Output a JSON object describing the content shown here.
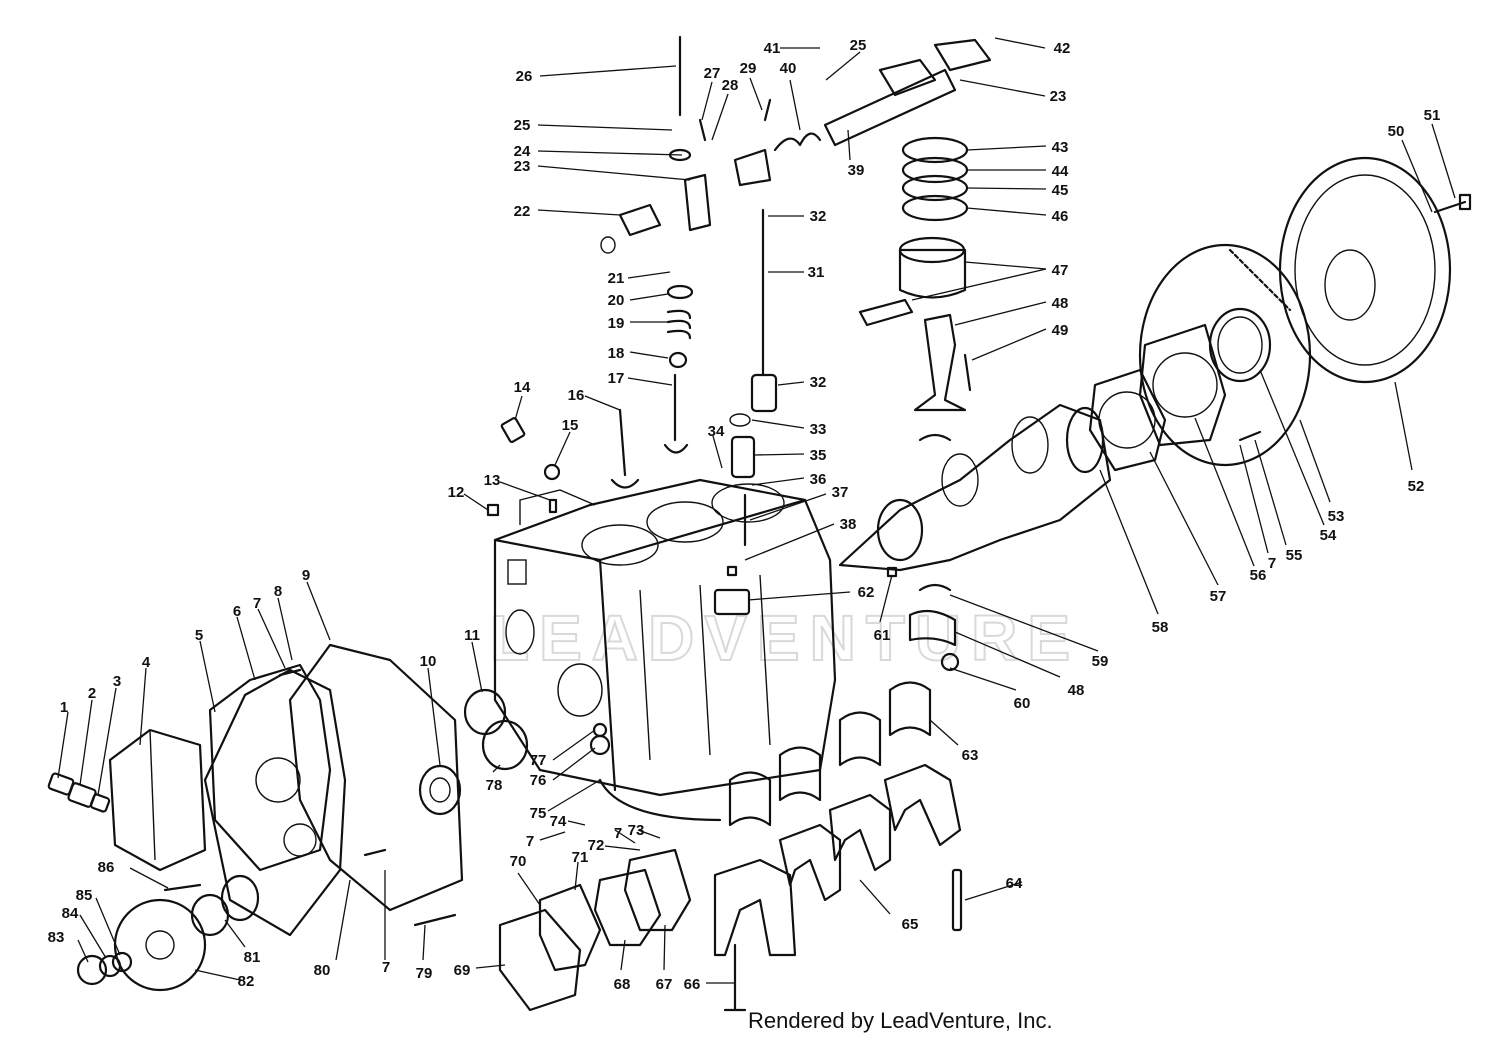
{
  "watermark": "LEADVENTURE",
  "footer": {
    "credit": "Rendered by LeadVenture, Inc."
  },
  "callouts": [
    {
      "id": "1",
      "label": "1"
    },
    {
      "id": "2",
      "label": "2"
    },
    {
      "id": "3",
      "label": "3"
    },
    {
      "id": "4",
      "label": "4"
    },
    {
      "id": "5",
      "label": "5"
    },
    {
      "id": "6",
      "label": "6"
    },
    {
      "id": "7a",
      "label": "7"
    },
    {
      "id": "8",
      "label": "8"
    },
    {
      "id": "9",
      "label": "9"
    },
    {
      "id": "10",
      "label": "10"
    },
    {
      "id": "11",
      "label": "11"
    },
    {
      "id": "12",
      "label": "12"
    },
    {
      "id": "13",
      "label": "13"
    },
    {
      "id": "14",
      "label": "14"
    },
    {
      "id": "15",
      "label": "15"
    },
    {
      "id": "16",
      "label": "16"
    },
    {
      "id": "17",
      "label": "17"
    },
    {
      "id": "18",
      "label": "18"
    },
    {
      "id": "19",
      "label": "19"
    },
    {
      "id": "20",
      "label": "20"
    },
    {
      "id": "21",
      "label": "21"
    },
    {
      "id": "22",
      "label": "22"
    },
    {
      "id": "23a",
      "label": "23"
    },
    {
      "id": "24",
      "label": "24"
    },
    {
      "id": "25a",
      "label": "25"
    },
    {
      "id": "26",
      "label": "26"
    },
    {
      "id": "27",
      "label": "27"
    },
    {
      "id": "28",
      "label": "28"
    },
    {
      "id": "29",
      "label": "29"
    },
    {
      "id": "40",
      "label": "40"
    },
    {
      "id": "41",
      "label": "41"
    },
    {
      "id": "25b",
      "label": "25"
    },
    {
      "id": "42",
      "label": "42"
    },
    {
      "id": "23b",
      "label": "23"
    },
    {
      "id": "39",
      "label": "39"
    },
    {
      "id": "32a",
      "label": "32"
    },
    {
      "id": "31",
      "label": "31"
    },
    {
      "id": "32b",
      "label": "32"
    },
    {
      "id": "33",
      "label": "33"
    },
    {
      "id": "34",
      "label": "34"
    },
    {
      "id": "35",
      "label": "35"
    },
    {
      "id": "36",
      "label": "36"
    },
    {
      "id": "37",
      "label": "37"
    },
    {
      "id": "38",
      "label": "38"
    },
    {
      "id": "43",
      "label": "43"
    },
    {
      "id": "44",
      "label": "44"
    },
    {
      "id": "45",
      "label": "45"
    },
    {
      "id": "46",
      "label": "46"
    },
    {
      "id": "47",
      "label": "47"
    },
    {
      "id": "48a",
      "label": "48"
    },
    {
      "id": "49",
      "label": "49"
    },
    {
      "id": "50",
      "label": "50"
    },
    {
      "id": "51",
      "label": "51"
    },
    {
      "id": "52",
      "label": "52"
    },
    {
      "id": "53",
      "label": "53"
    },
    {
      "id": "54",
      "label": "54"
    },
    {
      "id": "55",
      "label": "55"
    },
    {
      "id": "7b",
      "label": "7"
    },
    {
      "id": "56",
      "label": "56"
    },
    {
      "id": "57",
      "label": "57"
    },
    {
      "id": "58",
      "label": "58"
    },
    {
      "id": "59",
      "label": "59"
    },
    {
      "id": "48b",
      "label": "48"
    },
    {
      "id": "60",
      "label": "60"
    },
    {
      "id": "61",
      "label": "61"
    },
    {
      "id": "62",
      "label": "62"
    },
    {
      "id": "63",
      "label": "63"
    },
    {
      "id": "64",
      "label": "64"
    },
    {
      "id": "65",
      "label": "65"
    },
    {
      "id": "66",
      "label": "66"
    },
    {
      "id": "67",
      "label": "67"
    },
    {
      "id": "68",
      "label": "68"
    },
    {
      "id": "69",
      "label": "69"
    },
    {
      "id": "70",
      "label": "70"
    },
    {
      "id": "71",
      "label": "71"
    },
    {
      "id": "72",
      "label": "72"
    },
    {
      "id": "73",
      "label": "73"
    },
    {
      "id": "7c",
      "label": "7"
    },
    {
      "id": "74",
      "label": "74"
    },
    {
      "id": "7d",
      "label": "7"
    },
    {
      "id": "75",
      "label": "75"
    },
    {
      "id": "76",
      "label": "76"
    },
    {
      "id": "77",
      "label": "77"
    },
    {
      "id": "78",
      "label": "78"
    },
    {
      "id": "79",
      "label": "79"
    },
    {
      "id": "7e",
      "label": "7"
    },
    {
      "id": "80",
      "label": "80"
    },
    {
      "id": "81",
      "label": "81"
    },
    {
      "id": "82",
      "label": "82"
    },
    {
      "id": "83",
      "label": "83"
    },
    {
      "id": "84",
      "label": "84"
    },
    {
      "id": "85",
      "label": "85"
    },
    {
      "id": "86",
      "label": "86"
    }
  ]
}
